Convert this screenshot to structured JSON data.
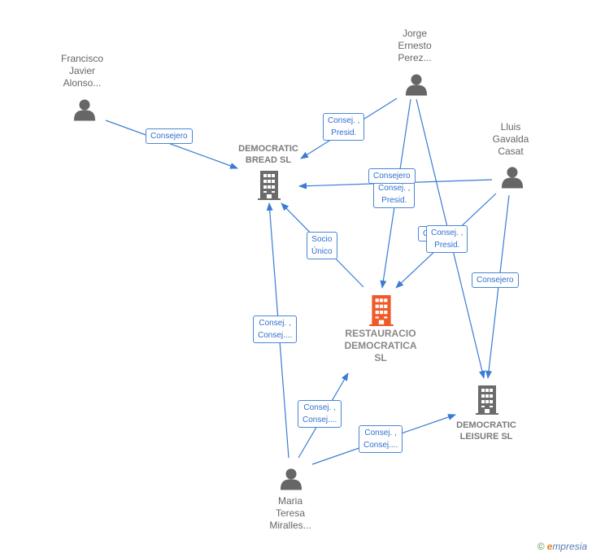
{
  "persons": {
    "francisco": {
      "lines": [
        "Francisco",
        "Javier",
        "Alonso..."
      ]
    },
    "jorge": {
      "lines": [
        "Jorge",
        "Ernesto",
        "Perez..."
      ]
    },
    "lluis": {
      "lines": [
        "Lluis",
        "Gavalda",
        "Casat"
      ]
    },
    "maria": {
      "lines": [
        "Maria",
        "Teresa",
        "Miralles..."
      ]
    }
  },
  "companies": {
    "bread": {
      "lines": [
        "DEMOCRATIC",
        "BREAD  SL"
      ]
    },
    "restauracio": {
      "lines": [
        "RESTAURACIO",
        "DEMOCRATICA",
        "SL"
      ]
    },
    "leisure": {
      "lines": [
        "DEMOCRATIC",
        "LEISURE  SL"
      ]
    }
  },
  "relations": {
    "r1": [
      "Consejero"
    ],
    "r2": [
      "Consej. ,",
      "Presid."
    ],
    "r3": [
      "Consejero"
    ],
    "r4": [
      "Consej. ,",
      "Presid."
    ],
    "r5": [
      "Socio",
      "Único"
    ],
    "r6": [
      "C"
    ],
    "r7": [
      "Consej. ,",
      "Presid."
    ],
    "r8": [
      "Consejero"
    ],
    "r9": [
      "Consej. ,",
      "Consej...."
    ],
    "r10": [
      "Consej. ,",
      "Consej...."
    ],
    "r11": [
      "Consej. ,",
      "Consej...."
    ]
  },
  "colors": {
    "edge": "#3a7bd5",
    "icon": "#666666",
    "main_company": "#f05a28"
  },
  "brand": {
    "symbol": "©",
    "initial": "e",
    "name": "mpresia"
  }
}
